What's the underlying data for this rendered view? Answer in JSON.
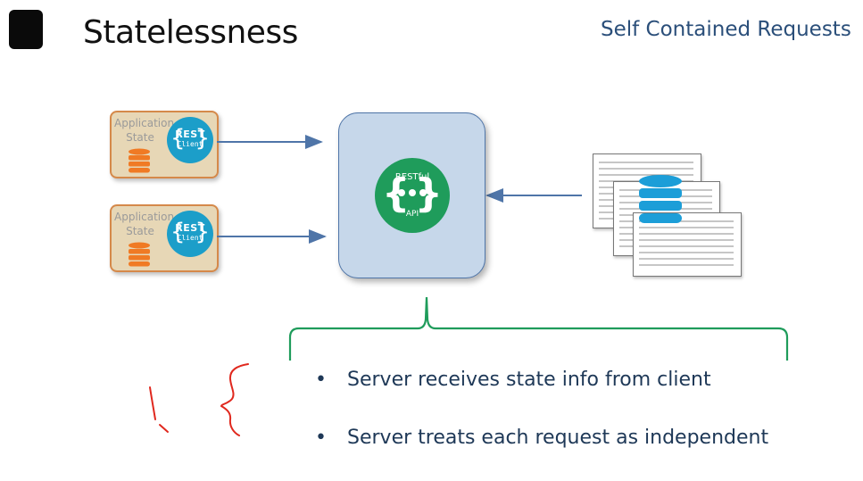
{
  "slide": {
    "title": "Statelessness",
    "subtitle": "Self Contained Requests"
  },
  "clients": [
    {
      "label_line1": "Application",
      "label_line2": "State",
      "badge_top": "REST",
      "badge_bottom": "Client"
    },
    {
      "label_line1": "Application",
      "label_line2": "State",
      "badge_top": "REST",
      "badge_bottom": "Client"
    }
  ],
  "server": {
    "badge_top": "RESTful",
    "badge_bottom": "API"
  },
  "bullets": [
    "Server receives state info from client",
    "Server treats each request as independent"
  ],
  "colors": {
    "client_fill": "#e7d7b6",
    "client_border": "#d5894a",
    "rest_client_badge": "#1c9ec9",
    "server_fill": "#c6d7ea",
    "restful_badge": "#1f9c5b",
    "arrow": "#4f75a8",
    "brace": "#1f9c5b",
    "ink": "#e0281e",
    "db_blue": "#1c9ed8",
    "db_orange": "#f07a24"
  },
  "icons": [
    "database-icon",
    "document-stack-icon",
    "curly-brace"
  ]
}
